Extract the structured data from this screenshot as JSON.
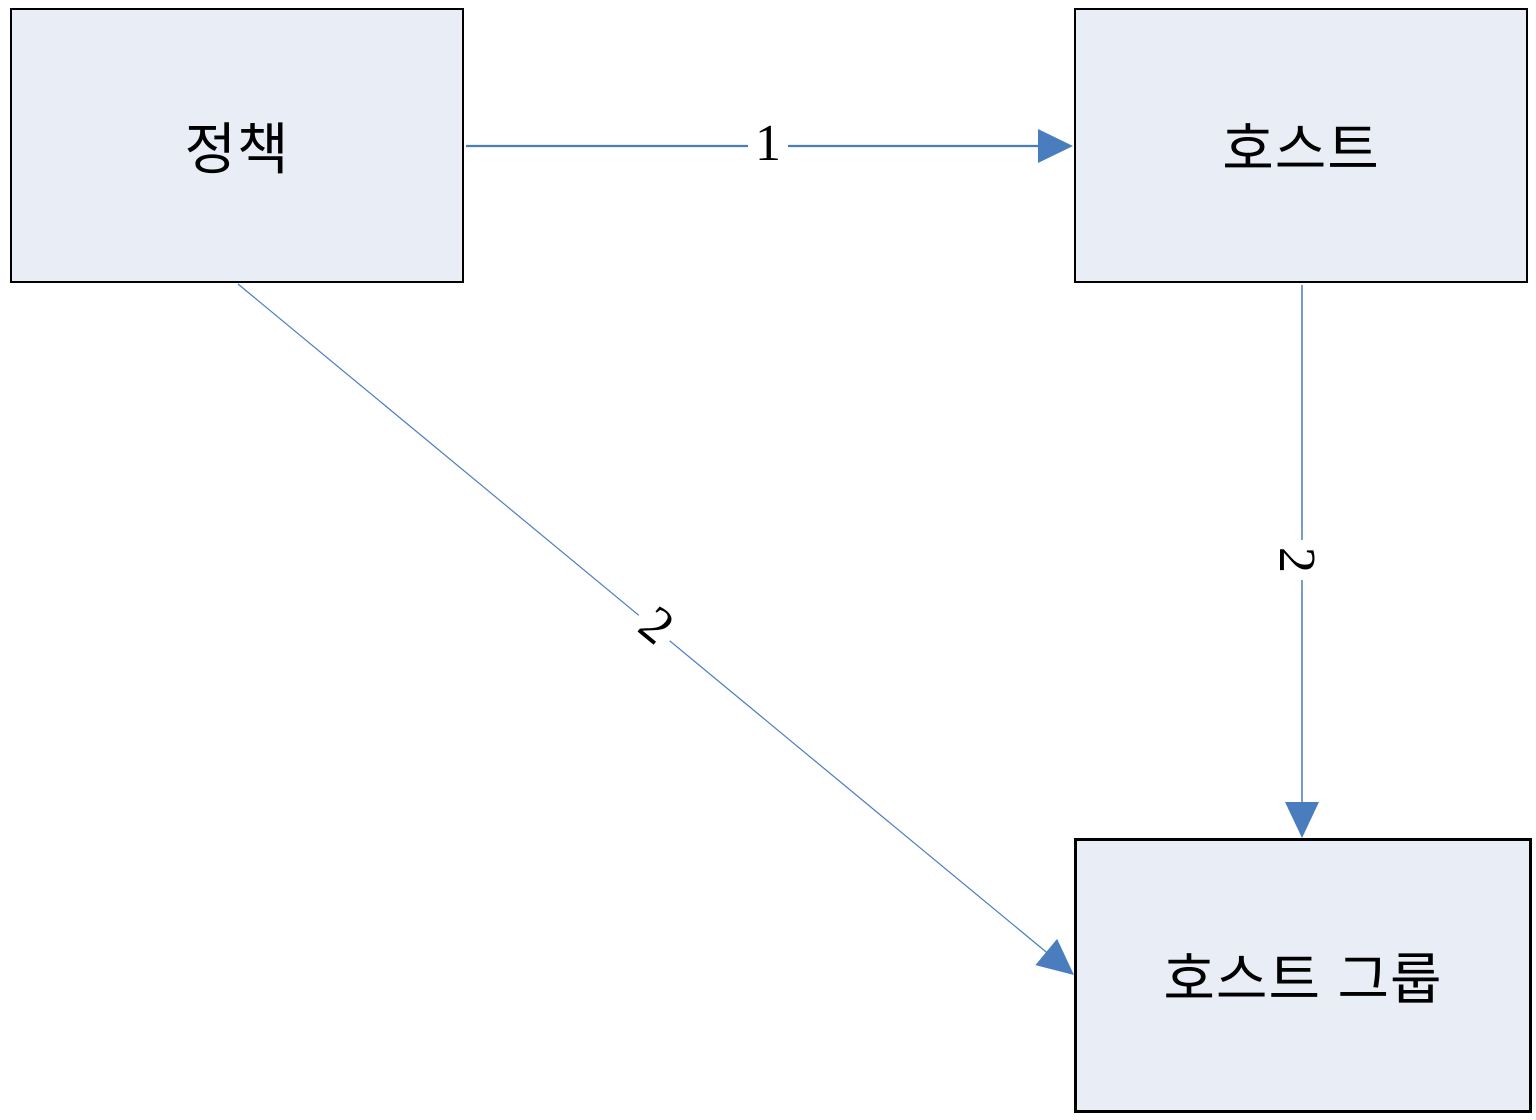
{
  "diagram": {
    "title": "policy-host relationship diagram",
    "nodes": [
      {
        "id": "policy",
        "label": "정책"
      },
      {
        "id": "host",
        "label": "호스트"
      },
      {
        "id": "host_group",
        "label": "호스트 그룹"
      }
    ],
    "edges": [
      {
        "from": "policy",
        "to": "host",
        "label": "1",
        "direction": "horizontal"
      },
      {
        "from": "host",
        "to": "host_group",
        "label": "2",
        "direction": "vertical"
      },
      {
        "from": "policy",
        "to": "host_group",
        "label": "2",
        "direction": "diagonal"
      }
    ],
    "colors": {
      "node_fill": "#e8edf6",
      "node_border": "#000000",
      "connector": "#4a7dbd",
      "edge_label_text": "#000000",
      "background": "#ffffff"
    }
  }
}
